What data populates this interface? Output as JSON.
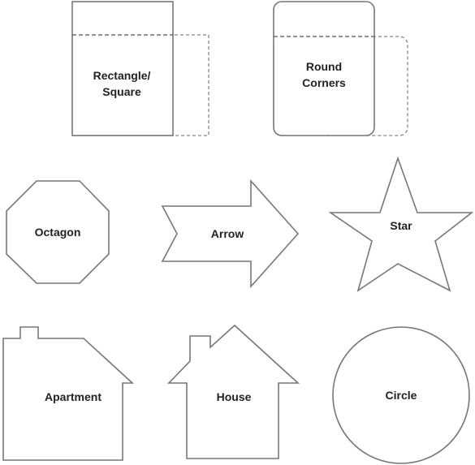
{
  "shapes": {
    "rectangle": {
      "line1": "Rectangle/",
      "line2": "Square"
    },
    "round_corners": {
      "line1": "Round",
      "line2": "Corners"
    },
    "octagon": {
      "label": "Octagon"
    },
    "arrow": {
      "label": "Arrow"
    },
    "star": {
      "label": "Star"
    },
    "apartment": {
      "label": "Apartment"
    },
    "house": {
      "label": "House"
    },
    "circle": {
      "label": "Circle"
    }
  }
}
